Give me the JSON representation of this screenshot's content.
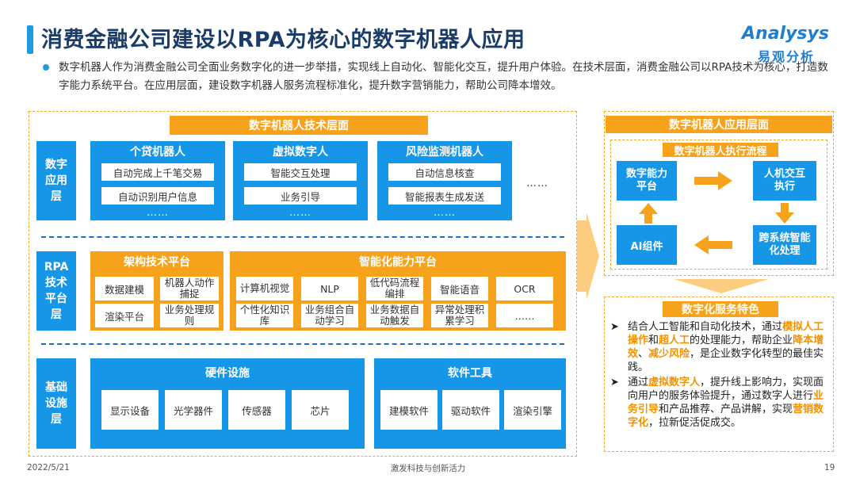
{
  "header": {
    "title": "消费金融公司建设以RPA为核心的数字机器人应用",
    "logo_en": "Analysys",
    "logo_cn": "易观分析"
  },
  "intro": "数字机器人作为消费金融公司全面业务数字化的进一步举措，实现线上自动化、智能化交互，提升用户体验。在技术层面，消费金融公司以RPA技术为核心，打造数字能力系统平台。在应用层面，建设数字机器人服务流程标准化，提升数字营销能力，帮助公司降本增效。",
  "tech": {
    "title": "数字机器人技术层面",
    "app_layer": {
      "label": "数字\n应用\n层",
      "robots": [
        {
          "name": "个贷机器人",
          "items": [
            "自动完成上千笔交易",
            "自动识别用户信息"
          ],
          "more": "……"
        },
        {
          "name": "虚拟数字人",
          "items": [
            "智能交互处理",
            "业务引导"
          ],
          "more": "……"
        },
        {
          "name": "风险监测机器人",
          "items": [
            "自动信息核查",
            "智能报表生成发送"
          ],
          "more": "……"
        }
      ],
      "more": "……"
    },
    "rpa_layer": {
      "label": "RPA\n技术\n平台\n层",
      "arch": {
        "name": "架构技术平台",
        "items": [
          "数据建模",
          "机器人动作捕捉",
          "渲染平台",
          "业务处理规则"
        ]
      },
      "ability": {
        "name": "智能化能力平台",
        "row1": [
          "计算机视觉",
          "NLP",
          "低代码流程编排",
          "智能语音",
          "OCR"
        ],
        "row2": [
          "个性化知识库",
          "业务组合自动学习",
          "业务数据自动触发",
          "异常处理积累学习",
          "……"
        ]
      }
    },
    "base_layer": {
      "label": "基础\n设施\n层",
      "hardware": {
        "name": "硬件设施",
        "items": [
          "显示设备",
          "光学器件",
          "传感器",
          "芯片"
        ]
      },
      "software": {
        "name": "软件工具",
        "items": [
          "建模软件",
          "驱动软件",
          "渲染引擎"
        ]
      }
    }
  },
  "app": {
    "title": "数字机器人应用层面",
    "flow_title": "数字机器人执行流程",
    "flow": [
      "数字能力平台",
      "人机交互执行",
      "跨系统智能化处理",
      "AI组件"
    ],
    "feature_title": "数字化服务特色",
    "features": [
      {
        "parts": [
          {
            "t": "结合人工智能和自动化技术，通过"
          },
          {
            "t": "模拟人工操作",
            "h": true
          },
          {
            "t": "和"
          },
          {
            "t": "超人工",
            "h": true
          },
          {
            "t": "的处理能力，帮助企业"
          },
          {
            "t": "降本增效",
            "h": true
          },
          {
            "t": "、"
          },
          {
            "t": "减少风险",
            "h": true
          },
          {
            "t": "，是企业数字化转型的最佳实践。"
          }
        ]
      },
      {
        "parts": [
          {
            "t": "通过"
          },
          {
            "t": "虚拟数字人",
            "h": true
          },
          {
            "t": "，提升线上影响力，实现面向用户的服务体验提升，通过数字人进行"
          },
          {
            "t": "业务引导",
            "h": true
          },
          {
            "t": "和产品推荐、产品讲解，实现"
          },
          {
            "t": "营销数字化",
            "h": true
          },
          {
            "t": "，拉新促活促成交。"
          }
        ]
      }
    ]
  },
  "footer": {
    "date": "2022/5/21",
    "slogan": "激发科技与创新活力",
    "page": "19"
  },
  "colors": {
    "blue": "#1696e6",
    "orange": "#f7a21b",
    "highlight": "#f39200",
    "title": "#1a3c66"
  }
}
